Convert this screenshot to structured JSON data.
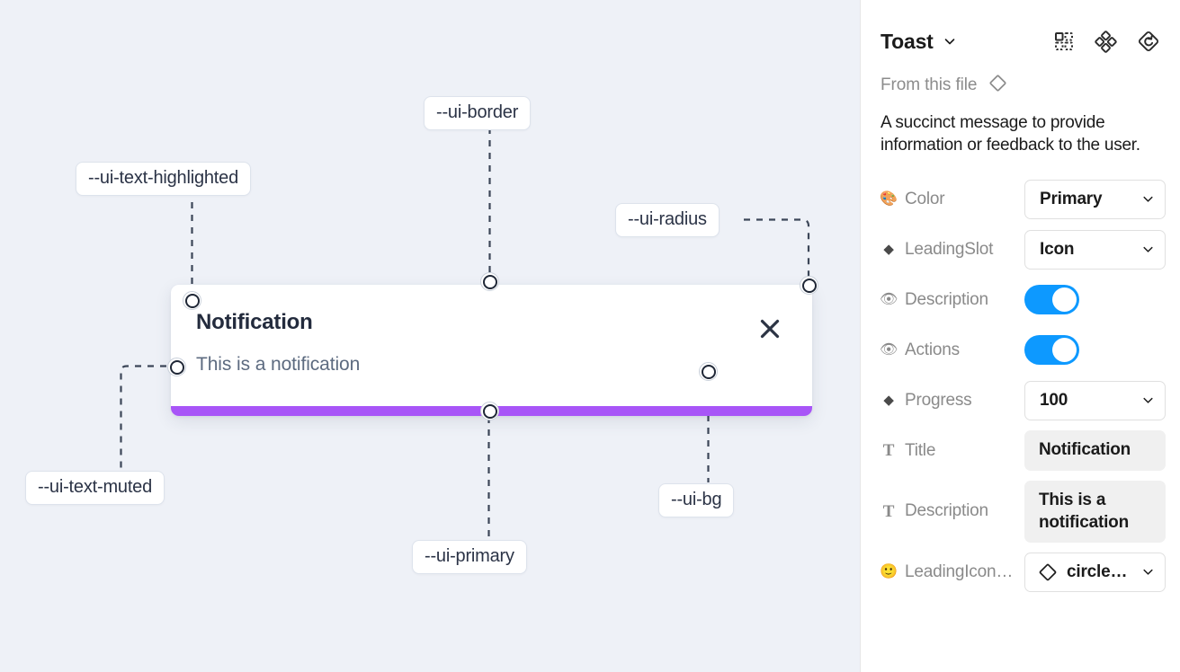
{
  "canvas": {
    "component": {
      "title": "Notification",
      "description": "This is a notification",
      "close_icon": "close-icon",
      "progress_color": "#a855f7",
      "background_color": "#ffffff",
      "canvas_color": "#eef1f7"
    },
    "annotations": [
      {
        "id": "ui-border",
        "label": "--ui-border"
      },
      {
        "id": "ui-text-highlighted",
        "label": "--ui-text-highlighted"
      },
      {
        "id": "ui-radius",
        "label": "--ui-radius"
      },
      {
        "id": "ui-text-muted",
        "label": "--ui-text-muted"
      },
      {
        "id": "ui-bg",
        "label": "--ui-bg"
      },
      {
        "id": "ui-primary",
        "label": "--ui-primary"
      }
    ]
  },
  "panel": {
    "title": "Toast",
    "title_chevron_icon": "chevron-down-icon",
    "header_icons": [
      {
        "name": "component-set-icon"
      },
      {
        "name": "variants-cluster-icon"
      },
      {
        "name": "reset-instance-icon"
      }
    ],
    "from_file": {
      "label": "From this file",
      "icon": "diamond-icon"
    },
    "description": "A succinct message to provide information or feedback to the user.",
    "properties": [
      {
        "icon": "palette-icon",
        "icon_glyph": "🎨",
        "icon_kind": "emoji",
        "label": "Color",
        "control": "select",
        "value": "Primary"
      },
      {
        "icon": "diamond-icon",
        "icon_glyph": "◆",
        "icon_kind": "diamond",
        "label": "LeadingSlot",
        "control": "select",
        "value": "Icon"
      },
      {
        "icon": "eye-icon",
        "icon_glyph": "👁",
        "icon_kind": "emoji",
        "label": "Description",
        "control": "toggle",
        "value": "on"
      },
      {
        "icon": "eye-icon",
        "icon_glyph": "👁",
        "icon_kind": "emoji",
        "label": "Actions",
        "control": "toggle",
        "value": "on"
      },
      {
        "icon": "diamond-icon",
        "icon_glyph": "◆",
        "icon_kind": "diamond",
        "label": "Progress",
        "control": "select",
        "value": "100"
      },
      {
        "icon": "text-icon",
        "icon_glyph": "T",
        "icon_kind": "serif",
        "label": "Title",
        "control": "textfield",
        "value": "Notification"
      },
      {
        "icon": "text-icon",
        "icon_glyph": "T",
        "icon_kind": "serif",
        "label": "Description",
        "control": "textfield",
        "value": "This is a notification"
      },
      {
        "icon": "smiley-icon",
        "icon_glyph": "🙂",
        "icon_kind": "emoji",
        "label": "LeadingIcon…",
        "control": "icon-select",
        "value": "circle…"
      }
    ]
  },
  "colors": {
    "toggle_on": "#0d99ff",
    "primary": "#a855f7",
    "canvas_bg": "#eef1f7",
    "text_highlighted": "#232b3d",
    "text_muted": "#5d6b80"
  }
}
